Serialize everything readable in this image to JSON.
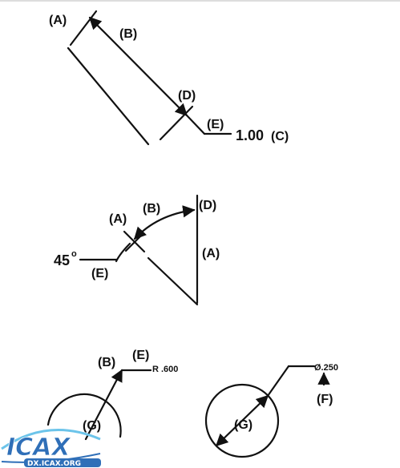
{
  "labels": {
    "A": "(A)",
    "B": "(B)",
    "C": "(C)",
    "D": "(D)",
    "E": "(E)",
    "F": "(F)",
    "G": "(G)"
  },
  "linear_dimension": {
    "value": "1.00"
  },
  "angular_dimension": {
    "value": "45",
    "degree_mark": "o"
  },
  "radius_dimension": {
    "value": "R .600"
  },
  "diameter_dimension": {
    "value": "Ø.250"
  },
  "watermark": {
    "logo": "ICAX",
    "site": "DX.ICAX.ORG"
  },
  "colors": {
    "ink": "#111111",
    "logo_blue": "#2f6fb8",
    "logo_cyan": "#6cc4ea"
  }
}
